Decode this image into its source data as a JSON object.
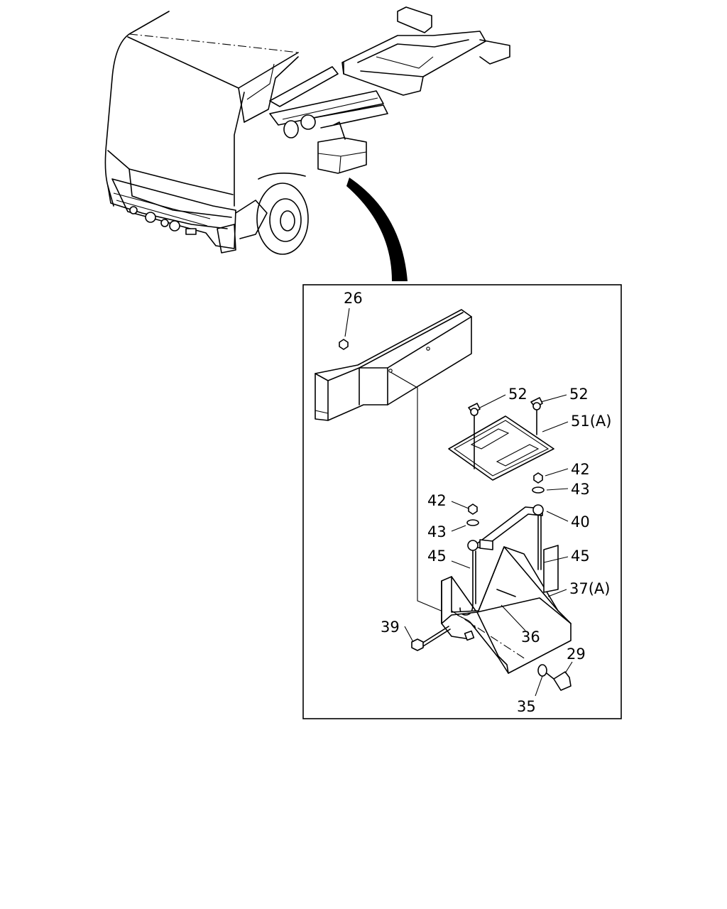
{
  "callouts": {
    "c26": "26",
    "c52a": "52",
    "c52b": "52",
    "c51": "51(A)",
    "c42r": "42",
    "c43r": "43",
    "c42l": "42",
    "c43l": "43",
    "c40": "40",
    "c45l": "45",
    "c45r": "45",
    "c37": "37(A)",
    "c39": "39",
    "c36": "36",
    "c29": "29",
    "c35": "35"
  },
  "colors": {
    "line": "#000000",
    "background": "#ffffff"
  }
}
